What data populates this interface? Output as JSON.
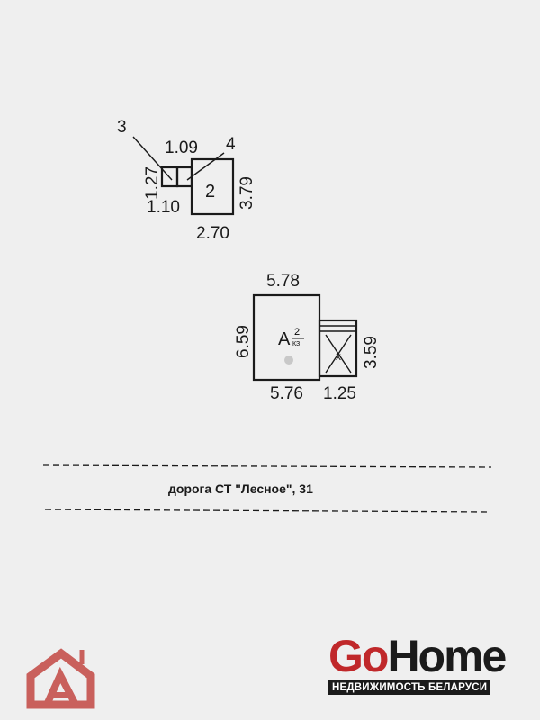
{
  "plan": {
    "small_building": {
      "marker_3": "3",
      "marker_4": "4",
      "number": "2",
      "dim_top": "1.09",
      "dim_left": "1.27",
      "dim_bottom_left": "1.10",
      "dim_right": "3.79",
      "dim_bottom": "2.70"
    },
    "main_building": {
      "label": "А",
      "label_sup": "2",
      "label_sub": "КЗ",
      "dim_top": "5.78",
      "dim_left": "6.59",
      "dim_bottom": "5.76",
      "annex_bottom": "1.25",
      "annex_right": "3.59",
      "annex_mark": "x"
    },
    "road_label": "дорога СТ \"Лесное\", 31"
  },
  "logos": {
    "left_logo": "A",
    "brand_go": "Go",
    "brand_home": "Home",
    "tagline": "НЕДВИЖИМОСТЬ БЕЛАРУСИ",
    "accent": "#c0282a",
    "left_logo_color": "#c9605c"
  }
}
